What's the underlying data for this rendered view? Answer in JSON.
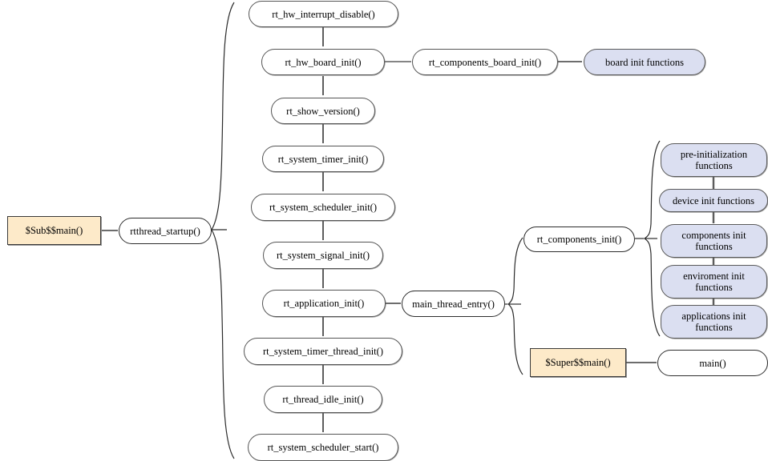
{
  "diagram": {
    "title": "RT-Thread startup sequence flowchart",
    "colors": {
      "node_fill": "#ffffff",
      "blue_fill": "#dbdff1",
      "yellow_fill": "#fdeac9",
      "stroke": "#555555",
      "arrow": "#444444",
      "text": "#000000"
    }
  },
  "entry": {
    "sub_main": "$Sub$$main()",
    "rtthread_startup": "rtthread_startup()"
  },
  "startup_chain": [
    {
      "label": "rt_hw_interrupt_disable()"
    },
    {
      "label": "rt_hw_board_init()"
    },
    {
      "label": "rt_show_version()"
    },
    {
      "label": "rt_system_timer_init()"
    },
    {
      "label": "rt_system_scheduler_init()"
    },
    {
      "label": "rt_system_signal_init()"
    },
    {
      "label": "rt_application_init()"
    },
    {
      "label": "rt_system_timer_thread_init()"
    },
    {
      "label": "rt_thread_idle_init()"
    },
    {
      "label": "rt_system_scheduler_start()"
    }
  ],
  "board_branch": {
    "components_board_init": "rt_components_board_init()",
    "board_init_functions": "board init functions"
  },
  "main_branch": {
    "main_thread_entry": "main_thread_entry()",
    "components_init": "rt_components_init()",
    "super_main": "$Super$$main()",
    "main": "main()"
  },
  "init_functions": [
    {
      "label": "pre-initialization\nfunctions"
    },
    {
      "label": "device init functions"
    },
    {
      "label": "components init\nfunctions"
    },
    {
      "label": "enviroment init\nfunctions"
    },
    {
      "label": "applications init\nfunctions"
    }
  ]
}
